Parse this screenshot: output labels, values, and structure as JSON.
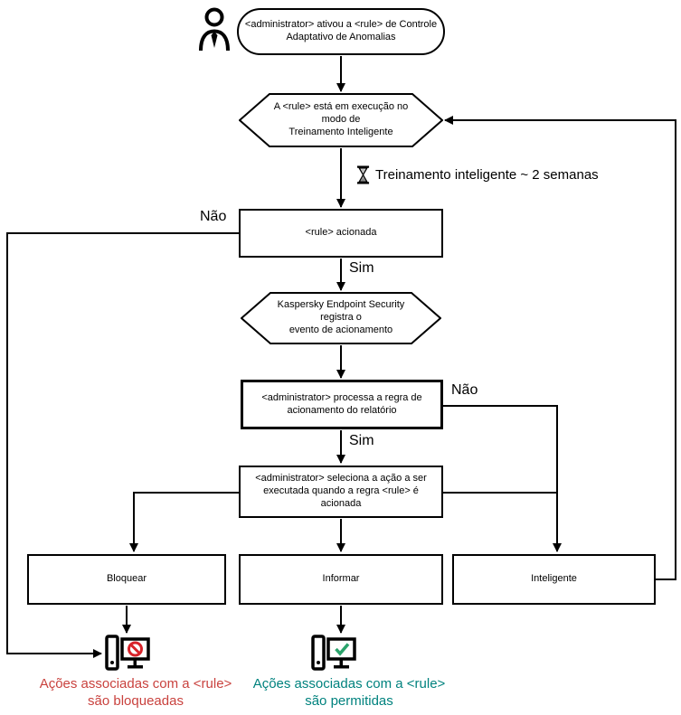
{
  "colors": {
    "line": "#000000",
    "blocked_text": "#c9423e",
    "allowed_text": "#00827e",
    "prohibit_sign": "#d8232a",
    "check_mark": "#2aa36b"
  },
  "labels": {
    "no_rule": "Não",
    "yes_rule": "Sim",
    "no_process": "Não",
    "yes_process": "Sim"
  },
  "nodes": {
    "start": "<administrator> ativou a <rule> de Controle\nAdaptativo de Anomalias",
    "smart_training_mode": "A <rule> está em execução no modo de\nTreinamento Inteligente",
    "training_note": "Treinamento inteligente ~ 2 semanas",
    "rule_triggered": "<rule> acionada",
    "registers_event": "Kaspersky Endpoint Security registra o\nevento de acionamento",
    "processes_rule": "<administrator> processa a regra de\nacionamento do relatório",
    "selects_action": "<administrator> seleciona a ação a ser\nexecutada quando a regra <rule> é\nacionada",
    "action_block": "Bloquear",
    "action_inform": "Informar",
    "action_smart": "Inteligente",
    "result_blocked": "Ações associadas com a <rule>\nsão bloqueadas",
    "result_allowed": "Ações associadas com a <rule>\nsão permitidas"
  }
}
